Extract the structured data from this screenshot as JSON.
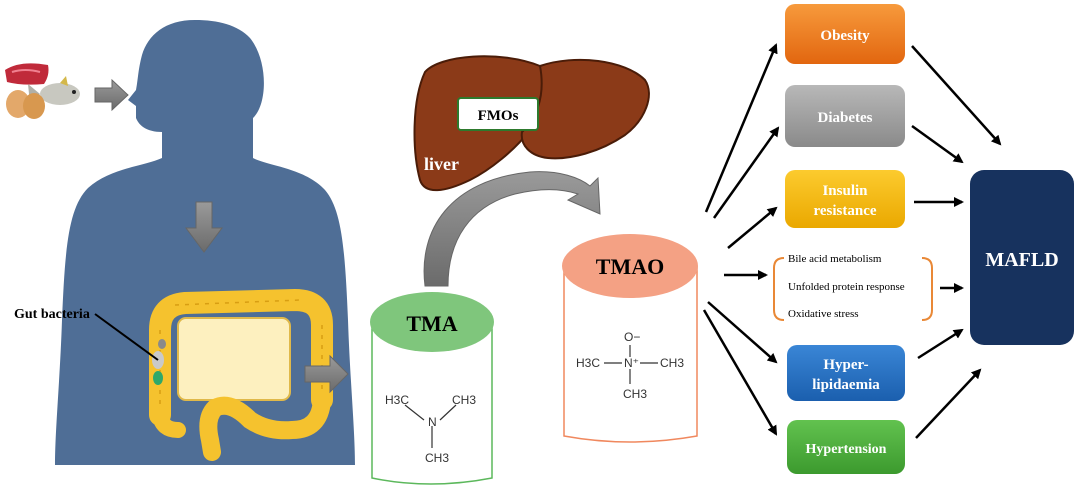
{
  "gut_label": "Gut bacteria",
  "liver": {
    "label": "liver",
    "enzyme": "FMOs"
  },
  "tma": {
    "label": "TMA",
    "chem": {
      "h3c_left": "H3C",
      "ch3_right": "CH3",
      "n": "N",
      "ch3_bottom": "CH3"
    }
  },
  "tmao": {
    "label": "TMAO",
    "chem": {
      "o_minus": "O−",
      "h3c": "H3C",
      "n_plus": "N⁺",
      "ch3_right": "CH3",
      "ch3_bottom": "CH3"
    }
  },
  "conditions": {
    "obesity": "Obesity",
    "diabetes": "Diabetes",
    "insulin_1": "Insulin",
    "insulin_2": "resistance",
    "hyper_1": "Hyper-",
    "hyper_2": "lipidaemia",
    "hypertension": "Hypertension"
  },
  "mechanisms": [
    "Bile acid metabolism",
    "Unfolded protein response",
    "Oxidative stress"
  ],
  "outcome": "MAFLD",
  "colors": {
    "body": "#4f6e96",
    "colon": "#f5c22e",
    "liver": "#8b3a18",
    "tma": "#7fc67c",
    "tmao": "#f4a184",
    "obesity": "#ee7618",
    "diabetes": "#9a9a9a",
    "insulin": "#f5b400",
    "hyper": "#1f6ec2",
    "hypertension": "#4aaa3a",
    "mafld": "#17325e",
    "bracket": "#e98836"
  }
}
